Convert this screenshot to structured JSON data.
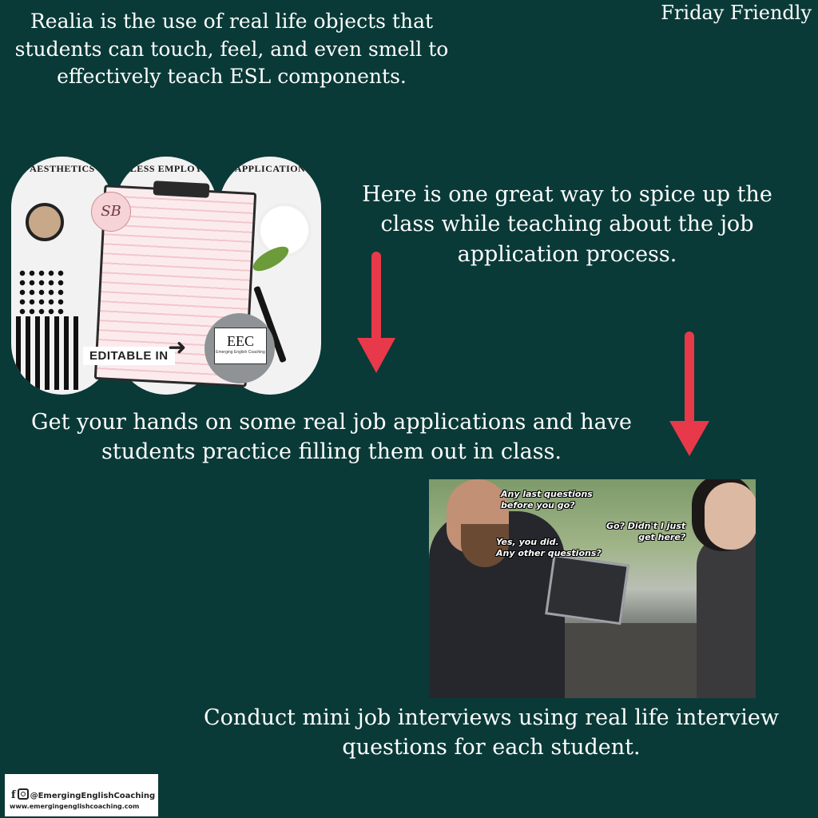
{
  "header": {
    "intro": "Realia is the use of real life objects that students can touch, feel, and even smell to effectively teach ESL components.",
    "tag": "Friday Friendly"
  },
  "body": {
    "spice": "Here is one great way to spice up the class while teaching about the job application process.",
    "hands": "Get your hands on some real job applications and have students practice filling them out in class.",
    "interview": "Conduct mini job interviews using real life interview questions for each student."
  },
  "collage": {
    "titles": [
      "AESTHETICS",
      "LESS EMPLOY",
      "APPLICATION"
    ],
    "badge": "SB",
    "editable": "EDITABLE IN",
    "logo_main": "EEC",
    "logo_sub": "Emerging English Coaching"
  },
  "photo": {
    "bubble1": [
      "Any last questions",
      "before you go?"
    ],
    "bubble2": [
      "Go? Didn't I just",
      "get here?"
    ],
    "bubble3": [
      "Yes, you did.",
      "Any other questions?"
    ]
  },
  "footer": {
    "handle": "@EmergingEnglishCoaching",
    "url": "www.emergingenglishcoaching.com"
  },
  "colors": {
    "background": "#093a37",
    "arrow": "#e8394a",
    "text": "#ffffff"
  },
  "icons": [
    "facebook-icon",
    "instagram-icon",
    "arrow-down-icon",
    "arrow-right-icon"
  ]
}
